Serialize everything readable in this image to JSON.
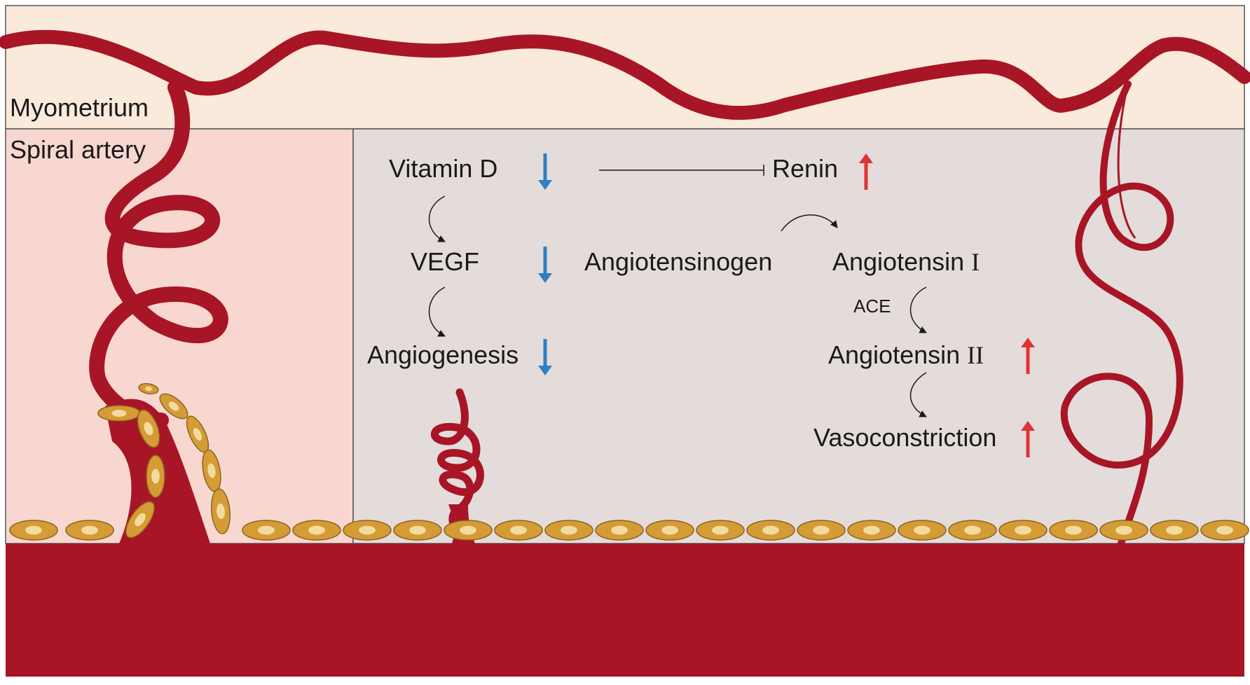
{
  "regions": {
    "myometrium": "Myometrium",
    "spiral_artery": "Spiral artery"
  },
  "pathway": {
    "vitamin_d": "Vitamin D",
    "vegf": "VEGF",
    "angiogenesis": "Angiogenesis",
    "renin": "Renin",
    "angiotensinogen": "Angiotensinogen",
    "angiotensin_1": "Angiotensin ",
    "angiotensin_1_numeral": "I",
    "ace": "ACE",
    "angiotensin_2": "Angiotensin ",
    "angiotensin_2_numeral": "II",
    "vasoconstriction": "Vasoconstriction"
  },
  "indicators": {
    "vitamin_d": "down",
    "vegf": "down",
    "angiogenesis": "down",
    "renin": "up",
    "angiotensin_2": "up",
    "vasoconstriction": "up"
  },
  "colors": {
    "artery": "#a81526",
    "myometrium_bg": "#faeadb",
    "spiral_panel_bg": "#f8d7d1",
    "pathway_panel_bg": "#e3dcda",
    "cell_fill": "#d59b35",
    "cell_nucleus": "#f3dba0",
    "down_arrow": "#2f7fc4",
    "up_arrow": "#e03434"
  }
}
